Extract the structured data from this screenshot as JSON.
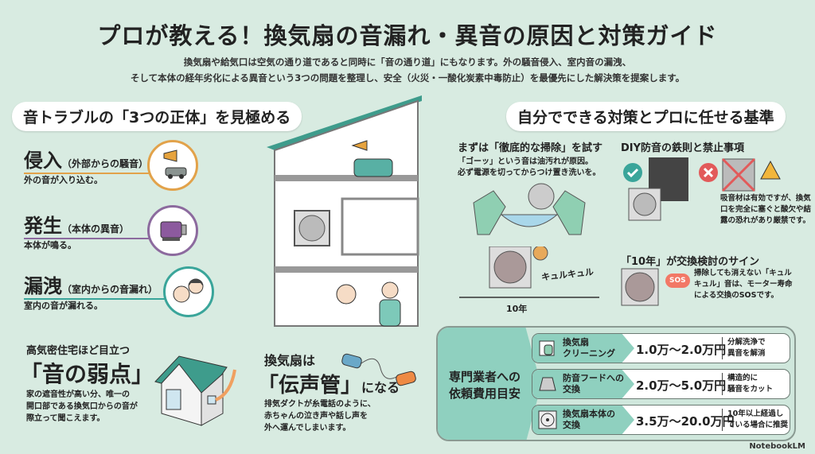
{
  "title": "プロが教える！換気扇の音漏れ・異音の原因と対策ガイド",
  "subtitle": [
    "換気扇や給気口は空気の通り道であると同時に「音の通り道」にもなります。外の騒音侵入、室内音の漏洩、",
    "そして本体の経年劣化による異音という3つの問題を整理し、安全（火災・一酸化炭素中毒防止）を最優先にした解決策を提案します。"
  ],
  "left": {
    "heading": "音トラブルの「3つの正体」を見極める",
    "items": [
      {
        "title": "侵入",
        "paren": "（外部からの騒音）",
        "desc": "外の音が入り込む。",
        "color": "#e2a24a",
        "icon": "horn-car-icon"
      },
      {
        "title": "発生",
        "paren": "（本体の異音）",
        "desc": "本体が鳴る。",
        "color": "#8c6a9e",
        "icon": "motor-icon"
      },
      {
        "title": "漏洩",
        "paren": "（室内からの音漏れ）",
        "desc": "室内の音が漏れる。",
        "color": "#3aa59a",
        "icon": "baby-parent-icon"
      }
    ],
    "weak": {
      "lead": "高気密住宅ほど目立つ",
      "big": "「音の弱点」",
      "desc": [
        "家の遮音性が高い分、唯一の",
        "開口部である換気口からの音が",
        "際立って聞こえます。"
      ]
    },
    "tube": {
      "lead": "換気扇は",
      "big": "「伝声管」",
      "tail": "になる",
      "desc": [
        "排気ダクトが糸電話のように、",
        "赤ちゃんの泣き声や話し声を",
        "外へ運んでしまいます。"
      ]
    }
  },
  "right": {
    "heading": "自分でできる対策とプロに任せる基準",
    "clean": {
      "title": "まずは「徹底的な掃除」を試す",
      "desc": [
        "「ゴーッ」という音は油汚れが原因。",
        "必ず電源を切ってからつけ置き洗いを。"
      ]
    },
    "noise": {
      "sound": "キュルキュル",
      "axis": "10年"
    },
    "diy": {
      "title": "DIY防音の鉄則と禁止事項",
      "desc": [
        "吸音材は有効ですが、換気",
        "口を完全に塞ぐと酸欠や結",
        "露の恐れがあり厳禁です。"
      ]
    },
    "ten": {
      "title": "「10年」が交換検討のサイン",
      "sos": "SOS",
      "desc": [
        "掃除しても消えない「キュル",
        "キュル」音は、モーター寿命",
        "による交換のSOSです。"
      ]
    }
  },
  "pricing": {
    "lead": [
      "専門業者への",
      "依頼費用目安"
    ],
    "rows": [
      {
        "name": [
          "換気扇",
          "クリーニング"
        ],
        "amount": "1.0万～2.0万円",
        "note": [
          "分解洗浄で",
          "異音を解消"
        ],
        "icon": "cleaning-hand-icon"
      },
      {
        "name": [
          "防音フードへの",
          "交換"
        ],
        "amount": "2.0万～5.0万円",
        "note": [
          "構造的に",
          "騒音をカット"
        ],
        "icon": "hood-icon"
      },
      {
        "name": [
          "換気扇本体の",
          "交換"
        ],
        "amount": "3.5万～20.0万円",
        "note": [
          "10年以上経過し",
          "ている場合に推奨"
        ],
        "icon": "fan-icon"
      }
    ]
  },
  "brand": "NotebookLM",
  "colors": {
    "background": "#d8ebe1",
    "teal": "#3aa59a",
    "accent_orange": "#e2a24a",
    "purple": "#8c6a9e",
    "roof": "#3e9c8c"
  }
}
